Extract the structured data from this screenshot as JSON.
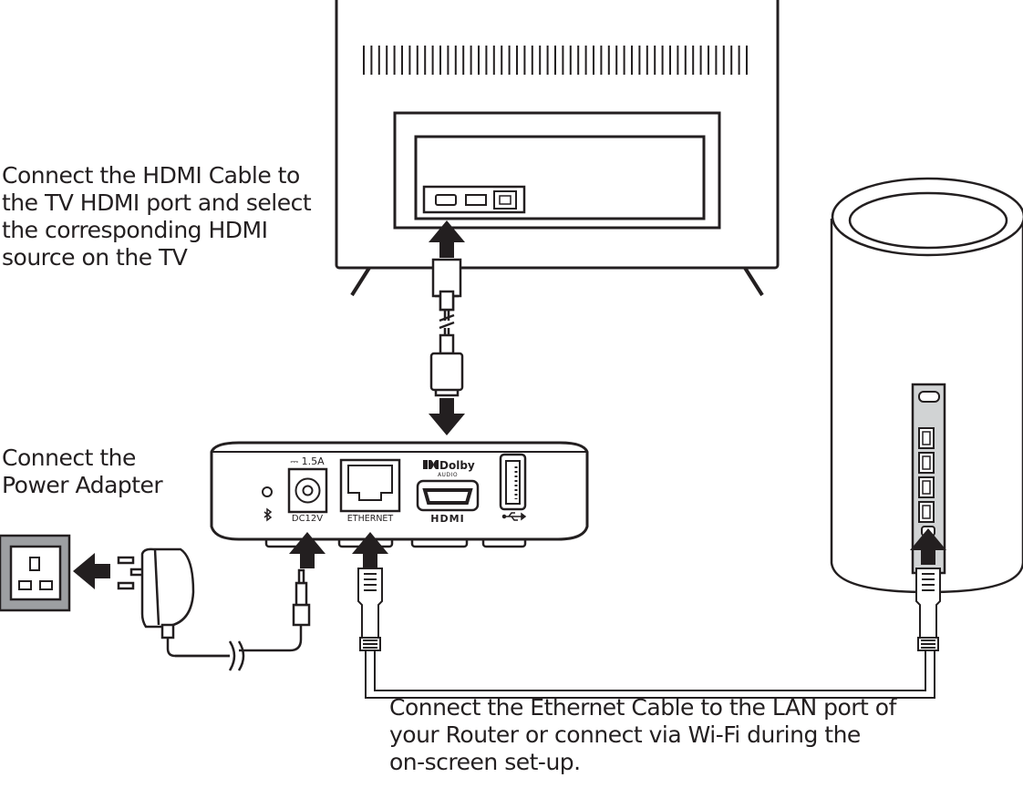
{
  "captions": {
    "hdmi": "Connect the HDMI Cable to\nthe TV HDMI port and select\nthe corresponding HDMI\nsource on the TV",
    "power": "Connect the\nPower Adapter",
    "ethernet": "Connect the Ethernet Cable to the LAN port of\nyour Router or connect via Wi-Fi during the\non-screen set-up."
  },
  "set_top_box": {
    "power_rating": "⎓ 1.5A",
    "dc_label": "DC12V",
    "ethernet_label": "ETHERNET",
    "dolby_logo": "Dolby",
    "dolby_sub": "AUDIO",
    "hdmi_logo": "HDMI",
    "usb_icon": "usb-icon",
    "bluetooth_icon": "bluetooth-icon"
  },
  "colors": {
    "line": "#231f20",
    "outlet_fill": "#9d9fa2",
    "router_fill": "#ffffff",
    "router_panel": "#d1d3d4",
    "background": "#ffffff"
  }
}
